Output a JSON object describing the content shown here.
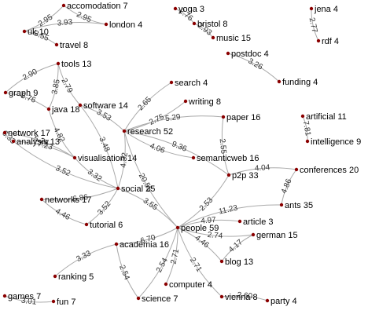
{
  "nodes": [
    {
      "id": "accomodation",
      "label": "accomodation 7"
    },
    {
      "id": "london",
      "label": "london 4"
    },
    {
      "id": "uk",
      "label": "uk 10"
    },
    {
      "id": "travel",
      "label": "travel 8"
    },
    {
      "id": "yoga",
      "label": "yoga 3"
    },
    {
      "id": "bristol",
      "label": "bristol 8"
    },
    {
      "id": "music",
      "label": "music 15"
    },
    {
      "id": "jena",
      "label": "jena 4"
    },
    {
      "id": "rdf",
      "label": "rdf 4"
    },
    {
      "id": "postdoc",
      "label": "postdoc 4"
    },
    {
      "id": "funding",
      "label": "funding 4"
    },
    {
      "id": "tools",
      "label": "tools 13"
    },
    {
      "id": "graph",
      "label": "graph 9"
    },
    {
      "id": "java",
      "label": "java 18"
    },
    {
      "id": "software",
      "label": "software 14"
    },
    {
      "id": "search",
      "label": "search 4"
    },
    {
      "id": "writing",
      "label": "writing 8"
    },
    {
      "id": "paper",
      "label": "paper 16"
    },
    {
      "id": "research",
      "label": "research 52"
    },
    {
      "id": "artificial",
      "label": "artificial 11"
    },
    {
      "id": "intelligence",
      "label": "intelligence 9"
    },
    {
      "id": "network",
      "label": "network 17"
    },
    {
      "id": "analysis",
      "label": "analysis 13"
    },
    {
      "id": "visualisation",
      "label": "visualisation 14"
    },
    {
      "id": "semanticweb",
      "label": "semanticweb 16"
    },
    {
      "id": "p2p",
      "label": "p2p 33"
    },
    {
      "id": "conferences",
      "label": "conferences 20"
    },
    {
      "id": "social",
      "label": "social 25"
    },
    {
      "id": "networks",
      "label": "networks 17"
    },
    {
      "id": "ants",
      "label": "ants 35"
    },
    {
      "id": "tutorial",
      "label": "tutorial 6"
    },
    {
      "id": "article",
      "label": "article 3"
    },
    {
      "id": "people",
      "label": "people 59"
    },
    {
      "id": "german",
      "label": "german 15"
    },
    {
      "id": "academia",
      "label": "academia 16"
    },
    {
      "id": "blog",
      "label": "blog 13"
    },
    {
      "id": "ranking",
      "label": "ranking 5"
    },
    {
      "id": "computer",
      "label": "computer 4"
    },
    {
      "id": "games",
      "label": "games 7"
    },
    {
      "id": "fun",
      "label": "fun 7"
    },
    {
      "id": "science",
      "label": "science 7"
    },
    {
      "id": "vienna",
      "label": "vienna 8"
    },
    {
      "id": "party",
      "label": "party 4"
    }
  ],
  "edges": [
    {
      "from": "uk",
      "to": "accomodation",
      "label": "2.95"
    },
    {
      "from": "uk",
      "to": "london",
      "label": "3.93"
    },
    {
      "from": "accomodation",
      "to": "london",
      "label": "2.95"
    },
    {
      "from": "uk",
      "to": "travel",
      "label": "3.55"
    },
    {
      "from": "bristol",
      "to": "yoga",
      "label": "2.76"
    },
    {
      "from": "bristol",
      "to": "music",
      "label": "2.93"
    },
    {
      "from": "jena",
      "to": "rdf",
      "label": "2.77"
    },
    {
      "from": "postdoc",
      "to": "funding",
      "label": "3.26"
    },
    {
      "from": "tools",
      "to": "graph",
      "label": "2.90"
    },
    {
      "from": "tools",
      "to": "java",
      "label": "3.85"
    },
    {
      "from": "tools",
      "to": "software",
      "label": "2.79"
    },
    {
      "from": "graph",
      "to": "java",
      "label": "5.76"
    },
    {
      "from": "research",
      "to": "software",
      "label": "3.53"
    },
    {
      "from": "research",
      "to": "search",
      "label": "2.65"
    },
    {
      "from": "research",
      "to": "writing",
      "label": "2.75"
    },
    {
      "from": "research",
      "to": "paper",
      "label": "5.29"
    },
    {
      "from": "research",
      "to": "semanticweb",
      "label": "4.06"
    },
    {
      "from": "research",
      "to": "p2p",
      "label": "9.36"
    },
    {
      "from": "paper",
      "to": "p2p",
      "label": "2.55"
    },
    {
      "from": "artificial",
      "to": "intelligence",
      "label": "7.81"
    },
    {
      "from": "network",
      "to": "analysis",
      "label": "6.33"
    },
    {
      "from": "network",
      "to": "visualisation",
      "label": "5.24"
    },
    {
      "from": "java",
      "to": "visualisation",
      "label": "4.82"
    },
    {
      "from": "analysis",
      "to": "visualisation",
      "label": "7.23"
    },
    {
      "from": "analysis",
      "to": "social",
      "label": "3.52"
    },
    {
      "from": "software",
      "to": "social",
      "label": "3.48"
    },
    {
      "from": "visualisation",
      "to": "social",
      "label": "3.32"
    },
    {
      "from": "research",
      "to": "social",
      "label": "4.32"
    },
    {
      "from": "networks",
      "to": "social",
      "label": "6.86"
    },
    {
      "from": "social",
      "to": "tutorial",
      "label": "3.52"
    },
    {
      "from": "networks",
      "to": "tutorial",
      "label": "4.46"
    },
    {
      "from": "social",
      "to": "people",
      "label": "3.55"
    },
    {
      "from": "research",
      "to": "people",
      "label": "20.55"
    },
    {
      "from": "p2p",
      "to": "conferences",
      "label": "4.04"
    },
    {
      "from": "conferences",
      "to": "ants",
      "label": "4.86"
    },
    {
      "from": "p2p",
      "to": "people",
      "label": "2.53"
    },
    {
      "from": "ants",
      "to": "people",
      "label": "11.23"
    },
    {
      "from": "people",
      "to": "article",
      "label": "4.97"
    },
    {
      "from": "people",
      "to": "german",
      "label": "2.74"
    },
    {
      "from": "people",
      "to": "blog",
      "label": "4.46"
    },
    {
      "from": "german",
      "to": "blog",
      "label": "4.17"
    },
    {
      "from": "people",
      "to": "academia",
      "label": "6.70"
    },
    {
      "from": "academia",
      "to": "ranking",
      "label": "3.33"
    },
    {
      "from": "people",
      "to": "science",
      "label": "2.54"
    },
    {
      "from": "academia",
      "to": "science",
      "label": "2.54"
    },
    {
      "from": "people",
      "to": "computer",
      "label": "2.71"
    },
    {
      "from": "people",
      "to": "vienna",
      "label": "2.71"
    },
    {
      "from": "vienna",
      "to": "party",
      "label": "2.60"
    },
    {
      "from": "games",
      "to": "fun",
      "label": "3.01"
    }
  ]
}
